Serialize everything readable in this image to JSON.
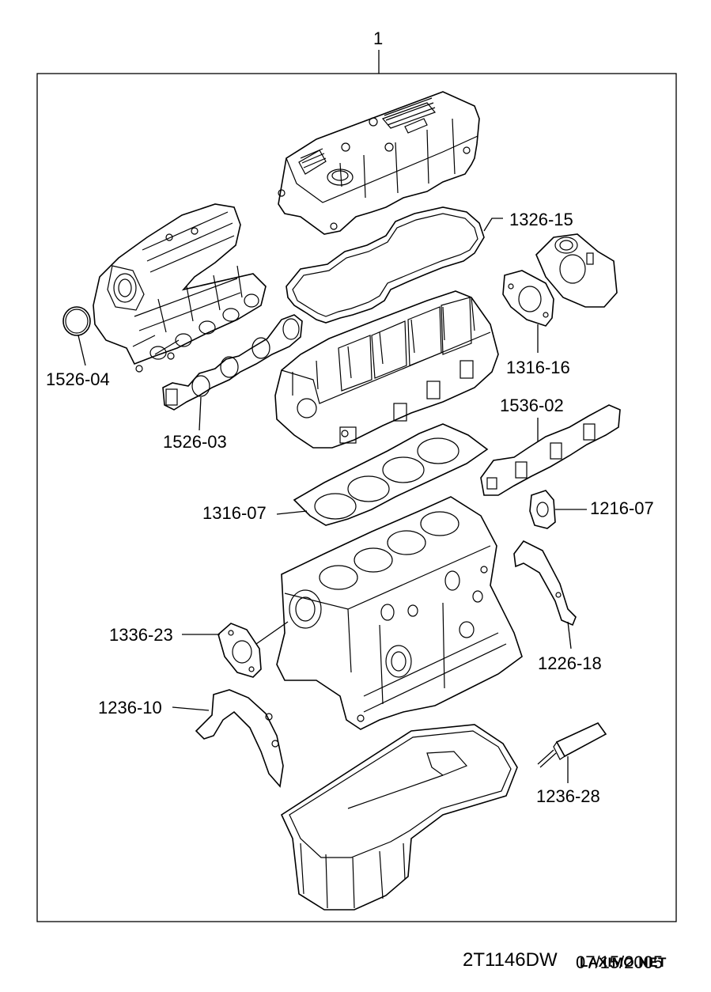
{
  "assembly_number": "1",
  "parts": [
    {
      "id": "1326-15"
    },
    {
      "id": "1526-04"
    },
    {
      "id": "1316-16"
    },
    {
      "id": "1536-02"
    },
    {
      "id": "1526-03"
    },
    {
      "id": "1316-07"
    },
    {
      "id": "1216-07"
    },
    {
      "id": "1336-23"
    },
    {
      "id": "1226-18"
    },
    {
      "id": "1236-10"
    },
    {
      "id": "1236-28"
    }
  ],
  "footer": {
    "drawing_code": "2T1146DW",
    "date": "07/15/2005",
    "watermark": "LAXIMO.NET"
  }
}
